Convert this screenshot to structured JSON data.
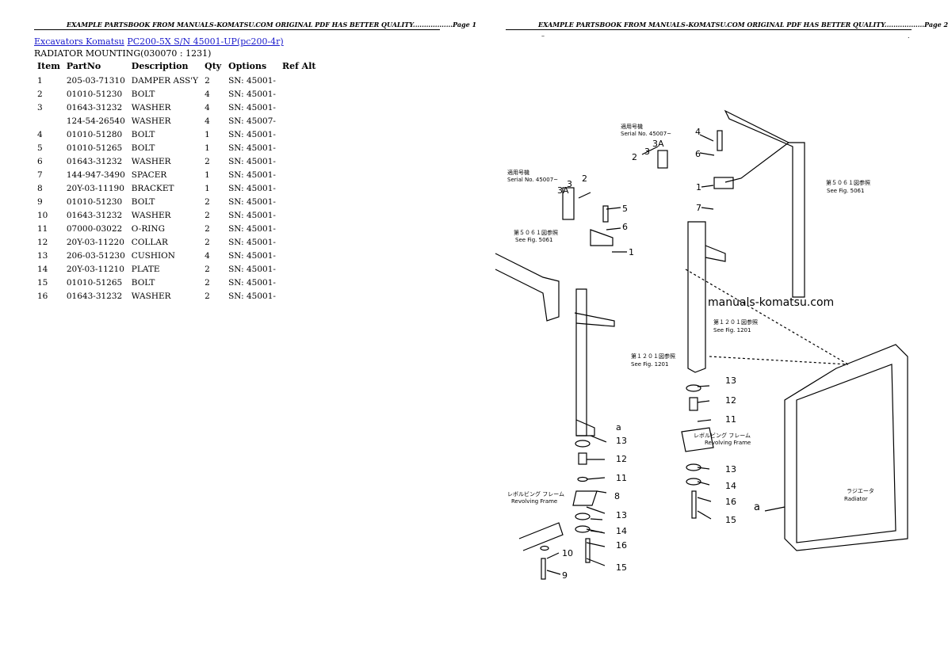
{
  "header": {
    "left": "EXAMPLE PARTSBOOK FROM MANUALS-KOMATSU.COM ORIGINAL PDF HAS BETTER QUALITY..................Page 1",
    "right": "EXAMPLE PARTSBOOK FROM MANUALS-KOMATSU.COM ORIGINAL PDF HAS BETTER QUALITY..................Page 2"
  },
  "breadcrumb": {
    "link1": "Excavators Komatsu",
    "link2": "PC200-5X S/N 45001-UP(pc200-4r)"
  },
  "section_title": "RADIATOR MOUNTING(030070 : 1231)",
  "table": {
    "columns": [
      "Item",
      "PartNo",
      "Description",
      "Qty",
      "Options",
      "Ref Alt"
    ],
    "rows": [
      [
        "1",
        "205-03-71310",
        "DAMPER ASS'Y",
        "2",
        "SN: 45001-",
        ""
      ],
      [
        "2",
        "01010-51230",
        "BOLT",
        "4",
        "SN: 45001-",
        ""
      ],
      [
        "3",
        "01643-31232",
        "WASHER",
        "4",
        "SN: 45001-",
        ""
      ],
      [
        "",
        "124-54-26540",
        "WASHER",
        "4",
        "SN: 45007-",
        ""
      ],
      [
        "4",
        "01010-51280",
        "BOLT",
        "1",
        "SN: 45001-",
        ""
      ],
      [
        "5",
        "01010-51265",
        "BOLT",
        "1",
        "SN: 45001-",
        ""
      ],
      [
        "6",
        "01643-31232",
        "WASHER",
        "2",
        "SN: 45001-",
        ""
      ],
      [
        "7",
        "144-947-3490",
        "SPACER",
        "1",
        "SN: 45001-",
        ""
      ],
      [
        "8",
        "20Y-03-11190",
        "BRACKET",
        "1",
        "SN: 45001-",
        ""
      ],
      [
        "9",
        "01010-51230",
        "BOLT",
        "2",
        "SN: 45001-",
        ""
      ],
      [
        "10",
        "01643-31232",
        "WASHER",
        "2",
        "SN: 45001-",
        ""
      ],
      [
        "11",
        "07000-03022",
        "O-RING",
        "2",
        "SN: 45001-",
        ""
      ],
      [
        "12",
        "20Y-03-11220",
        "COLLAR",
        "2",
        "SN: 45001-",
        ""
      ],
      [
        "13",
        "206-03-51230",
        "CUSHION",
        "4",
        "SN: 45001-",
        ""
      ],
      [
        "14",
        "20Y-03-11210",
        "PLATE",
        "2",
        "SN: 45001-",
        ""
      ],
      [
        "15",
        "01010-51265",
        "BOLT",
        "2",
        "SN: 45001-",
        ""
      ],
      [
        "16",
        "01643-31232",
        "WASHER",
        "2",
        "SN: 45001-",
        ""
      ]
    ]
  },
  "page2": {
    "dash": "–",
    "dot": "."
  },
  "diagram": {
    "watermark": "manuals-komatsu.com",
    "serial_note": "Serial No. 45007~",
    "jp_serial": "適用号機",
    "see_5061": "See Fig. 5061",
    "see_1201": "See Fig. 1201",
    "jp_5061": "第５０６１図参照",
    "jp_1201": "第１２０１図参照",
    "jp_frame": "レボルビング フレーム",
    "revolving_frame": "Revolving Frame",
    "jp_radiator": "ラジエータ",
    "radiator": "Radiator",
    "callouts": {
      "n1": "1",
      "n2": "2",
      "n3": "3",
      "n3a": "3A",
      "n4": "4",
      "n5": "5",
      "n6": "6",
      "n7": "7",
      "n8": "8",
      "n9": "9",
      "n10": "10",
      "n11": "11",
      "n12": "12",
      "n13": "13",
      "n14": "14",
      "n15": "15",
      "n16": "16",
      "a": "a"
    }
  }
}
